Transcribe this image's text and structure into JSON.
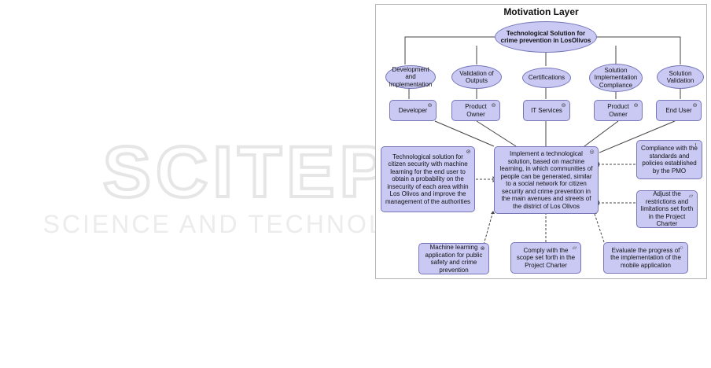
{
  "watermark": {
    "line1": "SCITEPRESS",
    "line2": "SCIENCE AND TECHNOLOGY PUBLICATIONS"
  },
  "diagram": {
    "title": "Motivation Layer",
    "goal": "Technological Solution for crime prevention in LosOlivos",
    "drivers": [
      "Development and Implementation",
      "Validation of Outputs",
      "Certifications",
      "Solution Implementation Compliance",
      "Solution Validation"
    ],
    "stakeholders": [
      "Developer",
      "Product Owner",
      "IT Services",
      "Product Owner",
      "End User"
    ],
    "assessment": "Technological solution for citizen security with machine learning for the end user to obtain a probability on the insecurity of each area within Los Olivos and improve the management of the authorities",
    "central": "Implement a technological solution, based on machine learning, in which communities of people can be generated, similar to a social network for citizen security and crime prevention in the main avenues and streets of the district of Los Olivos",
    "principle": "Compliance with the standards and policies established by the PMO",
    "constraint": "Adjust the restrictions and limitations set forth in the Project Charter",
    "bottom_left": "Machine learning application for public safety and crime prevention",
    "bottom_mid": "Comply with the scope set forth in the Project Charter",
    "bottom_right": "Evaluate the progress of the implementation of the mobile application",
    "colors": {
      "fill": "#c9c9f4",
      "border": "#7676b8",
      "line": "#444444"
    }
  }
}
